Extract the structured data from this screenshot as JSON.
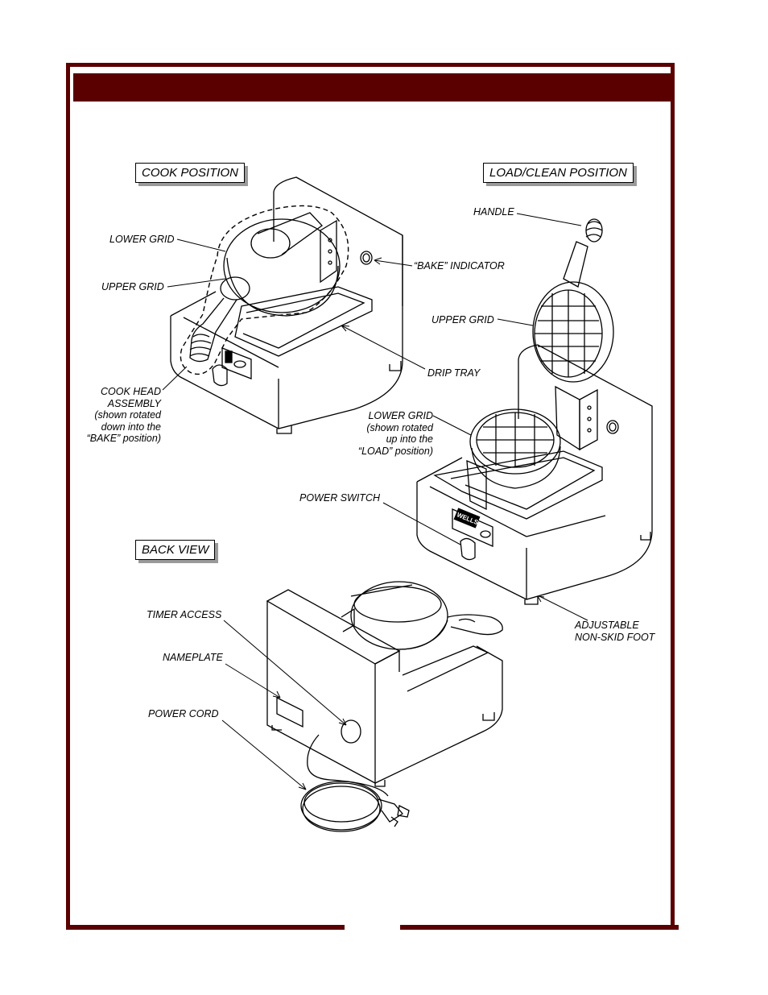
{
  "views": {
    "cook": {
      "title": "COOK POSITION",
      "callouts": {
        "lower_grid": "LOWER GRID",
        "upper_grid": "UPPER GRID",
        "bake_indicator": "“BAKE” INDICATOR",
        "drip_tray": "DRIP TRAY",
        "cook_head": [
          "COOK HEAD",
          "ASSEMBLY",
          "(shown rotated",
          "down into the",
          "“BAKE” position)"
        ]
      }
    },
    "load": {
      "title": "LOAD/CLEAN POSITION",
      "callouts": {
        "handle": "HANDLE",
        "upper_grid": "UPPER GRID",
        "lower_grid": [
          "LOWER GRID",
          "(shown rotated",
          "up into the",
          "“LOAD” position)"
        ],
        "power_switch": "POWER SWITCH",
        "foot": [
          "ADJUSTABLE",
          "NON-SKID FOOT"
        ]
      }
    },
    "back": {
      "title": "BACK VIEW",
      "callouts": {
        "timer_access": "TIMER ACCESS",
        "nameplate": "NAMEPLATE",
        "power_cord": "POWER CORD"
      }
    }
  },
  "brand_plate": "WELLS",
  "colors": {
    "frame": "#5a0000",
    "shadow": "#9a9a9a"
  }
}
